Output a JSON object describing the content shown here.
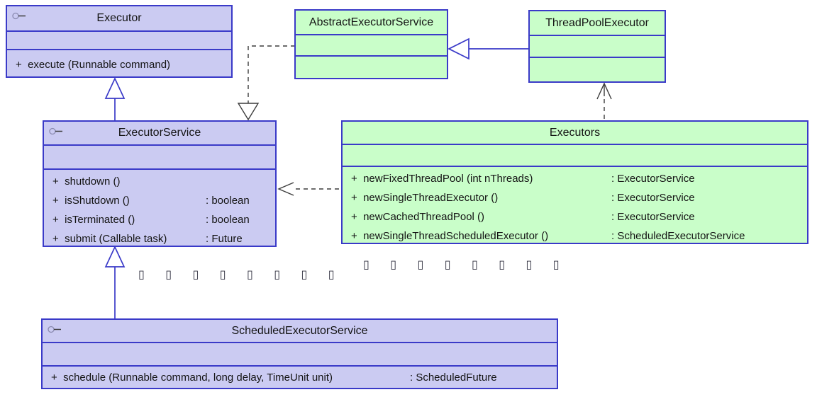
{
  "colors": {
    "purple_fill": "#cbcbf2",
    "green_fill": "#c9fec9",
    "border_blue": "#3a3ac8",
    "line_dark": "#3c3c3c",
    "text_color": "#141414",
    "canvas_bg": "#ffffff"
  },
  "icons": {
    "interface_lollipop": "o-"
  },
  "boxes": {
    "executor": {
      "title": "Executor",
      "methods": [
        {
          "sig": "+  execute (Runnable command)",
          "ret": ""
        }
      ]
    },
    "abstractExecutorService": {
      "title": "AbstractExecutorService",
      "methods": []
    },
    "threadPoolExecutor": {
      "title": "ThreadPoolExecutor",
      "methods": []
    },
    "executorService": {
      "title": "ExecutorService",
      "methods": [
        {
          "sig": "+  shutdown ()",
          "ret": ""
        },
        {
          "sig": "+  isShutdown ()",
          "ret": ": boolean"
        },
        {
          "sig": "+  isTerminated ()",
          "ret": ": boolean"
        },
        {
          "sig": "+  submit (Callable task)",
          "ret": ": Future"
        }
      ]
    },
    "executors": {
      "title": "Executors",
      "methods": [
        {
          "sig": "+  newFixedThreadPool (int nThreads)",
          "ret": ": ExecutorService"
        },
        {
          "sig": "+  newSingleThreadExecutor ()",
          "ret": ": ExecutorService"
        },
        {
          "sig": "+  newCachedThreadPool ()",
          "ret": ": ExecutorService"
        },
        {
          "sig": "+  newSingleThreadScheduledExecutor ()",
          "ret": ": ScheduledExecutorService"
        }
      ]
    },
    "scheduledExecutorService": {
      "title": "ScheduledExecutorService",
      "methods": [
        {
          "sig": "+  schedule (Runnable command, long delay, TimeUnit unit)",
          "ret": ": ScheduledFuture"
        }
      ]
    }
  },
  "missing_glyphs": {
    "below_executor_service": "▯ ▯ ▯ ▯ ▯ ▯ ▯ ▯",
    "below_executors": "▯ ▯ ▯ ▯ ▯ ▯ ▯ ▯"
  }
}
